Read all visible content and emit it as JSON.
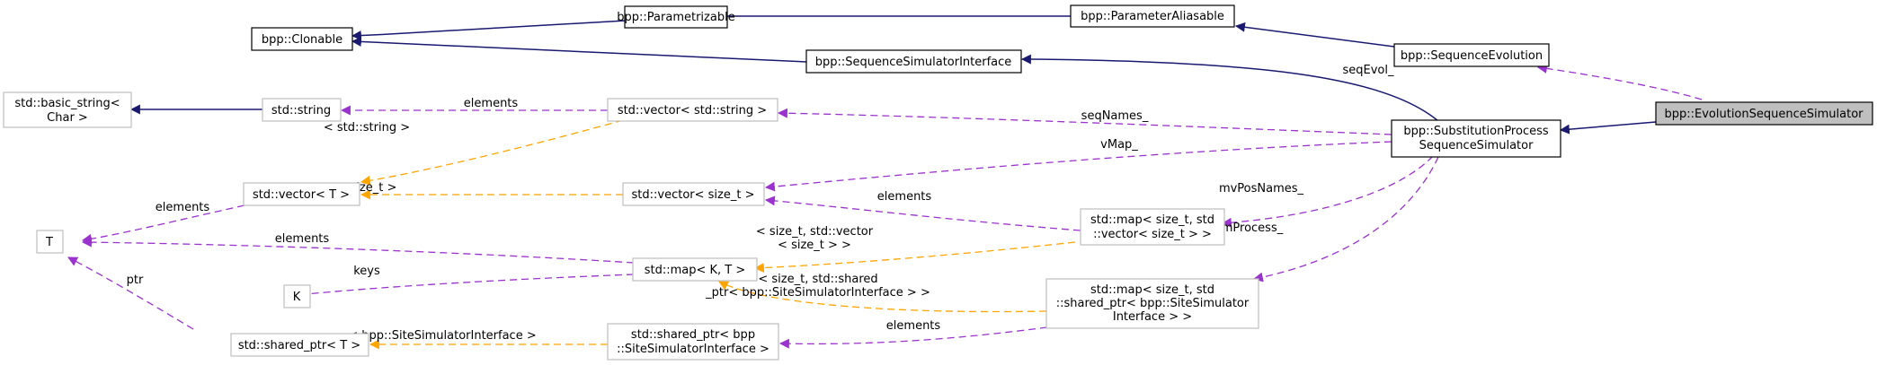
{
  "colors": {
    "inheritance_edge": "#191970",
    "usage_edge": "#9a32cd",
    "template_edge": "#ffa500",
    "focus_node_fill": "#bfbfbf",
    "documented_border": "#000000",
    "undocumented_border": "#bfbfbf"
  },
  "nodes": {
    "evolution_seq_sim": {
      "lines": [
        "bpp::EvolutionSequenceSimulator"
      ],
      "kind": "focus"
    },
    "subst_proc_seq_sim": {
      "lines": [
        "bpp::SubstitutionProcess",
        "SequenceSimulator"
      ],
      "kind": "documented"
    },
    "sequence_evolution": {
      "lines": [
        "bpp::SequenceEvolution"
      ],
      "kind": "documented"
    },
    "parameter_aliasable": {
      "lines": [
        "bpp::ParameterAliasable"
      ],
      "kind": "documented"
    },
    "parametrizable": {
      "lines": [
        "bpp::Parametrizable"
      ],
      "kind": "documented"
    },
    "clonable": {
      "lines": [
        "bpp::Clonable"
      ],
      "kind": "documented"
    },
    "seq_sim_interface": {
      "lines": [
        "bpp::SequenceSimulatorInterface"
      ],
      "kind": "documented"
    },
    "basic_string": {
      "lines": [
        "std::basic_string<",
        "Char >"
      ],
      "kind": "external"
    },
    "std_string": {
      "lines": [
        "std::string"
      ],
      "kind": "external"
    },
    "vector_string": {
      "lines": [
        "std::vector< std::string >"
      ],
      "kind": "external"
    },
    "vector_T": {
      "lines": [
        "std::vector< T >"
      ],
      "kind": "external"
    },
    "vector_size_t": {
      "lines": [
        "std::vector< size_t >"
      ],
      "kind": "external"
    },
    "T": {
      "lines": [
        "T"
      ],
      "kind": "external"
    },
    "K": {
      "lines": [
        "K"
      ],
      "kind": "external"
    },
    "map_K_T": {
      "lines": [
        "std::map< K, T >"
      ],
      "kind": "external"
    },
    "map_size_vector": {
      "lines": [
        "std::map< size_t, std",
        "::vector< size_t > >"
      ],
      "kind": "external"
    },
    "map_size_sharedptr": {
      "lines": [
        "std::map< size_t, std",
        "::shared_ptr< bpp::SiteSimulator",
        "Interface > >"
      ],
      "kind": "external"
    },
    "shared_ptr_T": {
      "lines": [
        "std::shared_ptr< T >"
      ],
      "kind": "external"
    },
    "shared_ptr_site": {
      "lines": [
        "std::shared_ptr< bpp",
        "::SiteSimulatorInterface >"
      ],
      "kind": "external"
    }
  },
  "edges": {
    "e1": {
      "from": "parametrizable",
      "to": "clonable",
      "type": "inheritance",
      "label": []
    },
    "e2": {
      "from": "seq_sim_interface",
      "to": "clonable",
      "type": "inheritance",
      "label": []
    },
    "e3": {
      "from": "parameter_aliasable",
      "to": "parametrizable",
      "type": "inheritance",
      "label": []
    },
    "e4": {
      "from": "sequence_evolution",
      "to": "parameter_aliasable",
      "type": "inheritance",
      "label": []
    },
    "e5": {
      "from": "subst_proc_seq_sim",
      "to": "seq_sim_interface",
      "type": "inheritance",
      "label": []
    },
    "e6": {
      "from": "evolution_seq_sim",
      "to": "subst_proc_seq_sim",
      "type": "inheritance",
      "label": []
    },
    "e7": {
      "from": "evolution_seq_sim",
      "to": "sequence_evolution",
      "type": "usage",
      "label": [
        "seqEvol_"
      ]
    },
    "e8": {
      "from": "std_string",
      "to": "basic_string",
      "type": "inheritance",
      "label": []
    },
    "e9": {
      "from": "vector_string",
      "to": "std_string",
      "type": "usage",
      "label": [
        "elements"
      ]
    },
    "e10": {
      "from": "subst_proc_seq_sim",
      "to": "vector_string",
      "type": "usage",
      "label": [
        "seqNames_"
      ]
    },
    "e11": {
      "from": "subst_proc_seq_sim",
      "to": "vector_size_t",
      "type": "usage",
      "label": [
        "vMap_"
      ]
    },
    "e12": {
      "from": "vector_string",
      "to": "vector_T",
      "type": "template",
      "label": [
        "< std::string >"
      ]
    },
    "e13": {
      "from": "vector_size_t",
      "to": "vector_T",
      "type": "template",
      "label": [
        "< size_t >"
      ]
    },
    "e14": {
      "from": "vector_T",
      "to": "T",
      "type": "usage",
      "label": [
        "elements"
      ]
    },
    "e15": {
      "from": "map_size_vector",
      "to": "vector_size_t",
      "type": "usage",
      "label": [
        "elements"
      ]
    },
    "e16": {
      "from": "subst_proc_seq_sim",
      "to": "map_size_vector",
      "type": "usage",
      "label": [
        "mvPosNames_"
      ]
    },
    "e17": {
      "from": "subst_proc_seq_sim",
      "to": "map_size_sharedptr",
      "type": "usage",
      "label": [
        "mProcess_"
      ]
    },
    "e18": {
      "from": "map_K_T",
      "to": "T",
      "type": "usage",
      "label": [
        "elements"
      ]
    },
    "e19": {
      "from": "map_K_T",
      "to": "K",
      "type": "usage",
      "label": [
        "keys"
      ]
    },
    "e20": {
      "from": "map_size_vector",
      "to": "map_K_T",
      "type": "template",
      "label": [
        "< size_t, std::vector",
        "< size_t > >"
      ]
    },
    "e21": {
      "from": "map_size_sharedptr",
      "to": "map_K_T",
      "type": "template",
      "label": [
        "< size_t, std::shared",
        "_ptr< bpp::SiteSimulatorInterface > >"
      ]
    },
    "e22": {
      "from": "shared_ptr_T",
      "to": "T",
      "type": "usage",
      "label": [
        "ptr"
      ]
    },
    "e23": {
      "from": "shared_ptr_site",
      "to": "shared_ptr_T",
      "type": "template",
      "label": [
        "< bpp::SiteSimulatorInterface >"
      ]
    },
    "e24": {
      "from": "map_size_sharedptr",
      "to": "shared_ptr_site",
      "type": "usage",
      "label": [
        "elements"
      ]
    }
  }
}
